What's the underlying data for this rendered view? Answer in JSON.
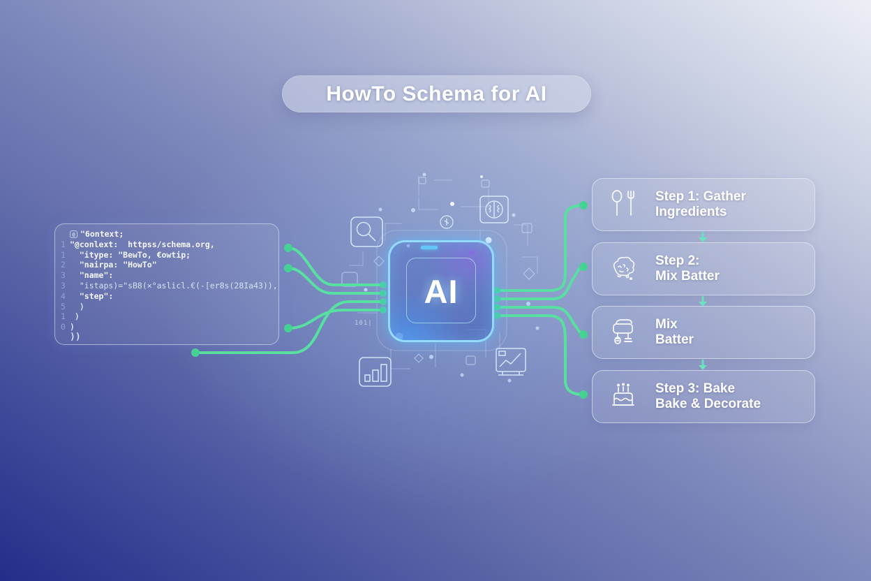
{
  "title": {
    "text": "HowTo Schema for AI"
  },
  "colors": {
    "connector_green": "#58e0a0",
    "connector_dot": "#45d394",
    "arrow_teal": "#6fe8c4",
    "chip_glow_cyan": "#96e0ff",
    "chip_accent_purple": "#b473f2",
    "background_top": "#edeff6",
    "background_bottom": "#232e8a"
  },
  "code_panel": {
    "glyph": "@",
    "lines": [
      {
        "num": "",
        "text": "\"6ontext;"
      },
      {
        "num": "1",
        "text": "\"@conlext:  httpss/schema.org,"
      },
      {
        "num": "1",
        "text": "  \"itype: \"BewTo, €owtip;"
      },
      {
        "num": "2",
        "text": "  \"nairpa: \"HowTo\""
      },
      {
        "num": "3",
        "text": "  \"name\":"
      },
      {
        "num": "3",
        "text": "  \"istaps)=\"sB8(×°aslicl.€(-[er8s(28Ia43)),"
      },
      {
        "num": "4",
        "text": "  \"step\":"
      },
      {
        "num": "5",
        "text": "  )"
      },
      {
        "num": "1",
        "text": " )"
      },
      {
        "num": "0",
        "text": ")"
      },
      {
        "num": "",
        "text": "))"
      }
    ]
  },
  "chip": {
    "label": "AI",
    "micro_text": "101|"
  },
  "steps": [
    {
      "icon": "utensils-icon",
      "line1": "Step 1: Gather",
      "line2": "Ingredients"
    },
    {
      "icon": "brain-icon",
      "line1": "Step 2:",
      "line2": "Mix Batter"
    },
    {
      "icon": "mixer-icon",
      "line1": "Mix",
      "line2": "Batter"
    },
    {
      "icon": "cake-icon",
      "line1": "Step 3: Bake",
      "line2": "Bake & Decorate"
    }
  ]
}
